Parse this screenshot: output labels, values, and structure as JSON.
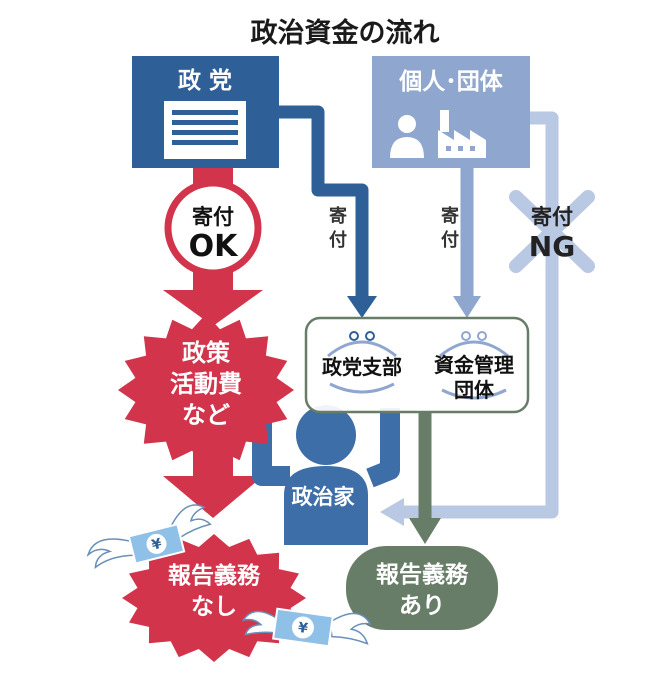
{
  "title": "政治資金の流れ",
  "nodes": {
    "party": "政 党",
    "individual": "個人･団体",
    "branch": "政党支部",
    "fund_group_line1": "資金管理",
    "fund_group_line2": "団体",
    "politician": "政治家",
    "expenses_line1": "政策",
    "expenses_line2": "活動費",
    "expenses_line3": "など",
    "report_none_line1": "報告義務",
    "report_none_line2": "なし",
    "report_yes_line1": "報告義務",
    "report_yes_line2": "あり"
  },
  "labels": {
    "donation_ok_line1": "寄付",
    "donation_ok_line2": "OK",
    "donation_to_branch_line1": "寄",
    "donation_to_branch_line2": "付",
    "donation_to_fund_line1": "寄",
    "donation_to_fund_line2": "付",
    "donation_ng_line1": "寄付",
    "donation_ng_line2": "NG",
    "yen": "¥"
  },
  "colors": {
    "party_blue": "#2e5f97",
    "individual_blue": "#8fa6cf",
    "ng_light": "#b9c8e3",
    "red": "#d2344b",
    "green": "#687d67",
    "money_blue": "#8fc0e8",
    "person": "#3e6ea7"
  },
  "icons": [
    "building-icon",
    "person-icon",
    "factory-icon",
    "purse-icon",
    "money-bill-icon",
    "wing-icon",
    "cross-mark-icon"
  ]
}
